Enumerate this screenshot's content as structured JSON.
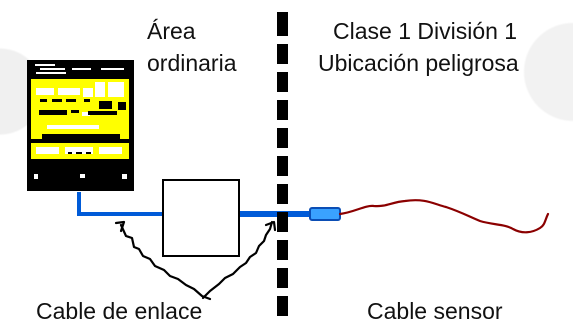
{
  "labels": {
    "ordinary_area_line1": "Área",
    "ordinary_area_line2": "ordinaria",
    "class_division_line1": "Clase 1 División 1",
    "class_division_line2": "Ubicación peligrosa",
    "link_cable": "Cable de enlace",
    "sensor_cable": "Cable sensor"
  },
  "colors": {
    "boundary": "#000000",
    "link_cable": "#005bd8",
    "connector": "#3aa2ff",
    "sensor_cable": "#8b0000",
    "device_yellow": "#ffff00",
    "device_black": "#000000"
  }
}
